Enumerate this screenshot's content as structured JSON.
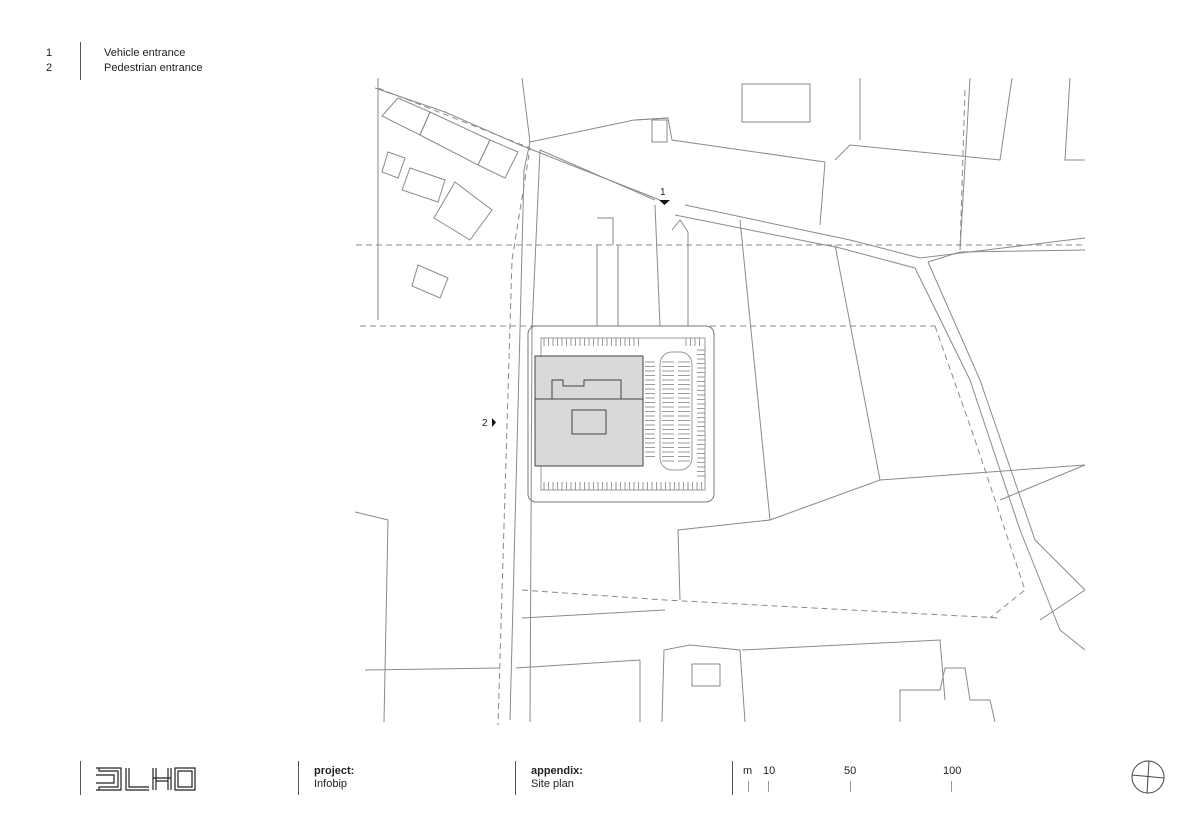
{
  "legend": [
    {
      "number": "1",
      "label": "Vehicle entrance"
    },
    {
      "number": "2",
      "label": "Pedestrian entrance"
    }
  ],
  "plan": {
    "markers": [
      {
        "number": "1",
        "meaning": "Vehicle entrance"
      },
      {
        "number": "2",
        "meaning": "Pedestrian entrance"
      }
    ]
  },
  "footer": {
    "logo": "3LHD",
    "project_label": "project:",
    "project_value": "Infobip",
    "appendix_label": "appendix:",
    "appendix_value": "Site plan",
    "scale_unit": "m",
    "scale_ticks": [
      "10",
      "50",
      "100"
    ]
  },
  "colors": {
    "line": "#8a8a8a",
    "building": "#d9d9d9",
    "text": "#222222"
  }
}
